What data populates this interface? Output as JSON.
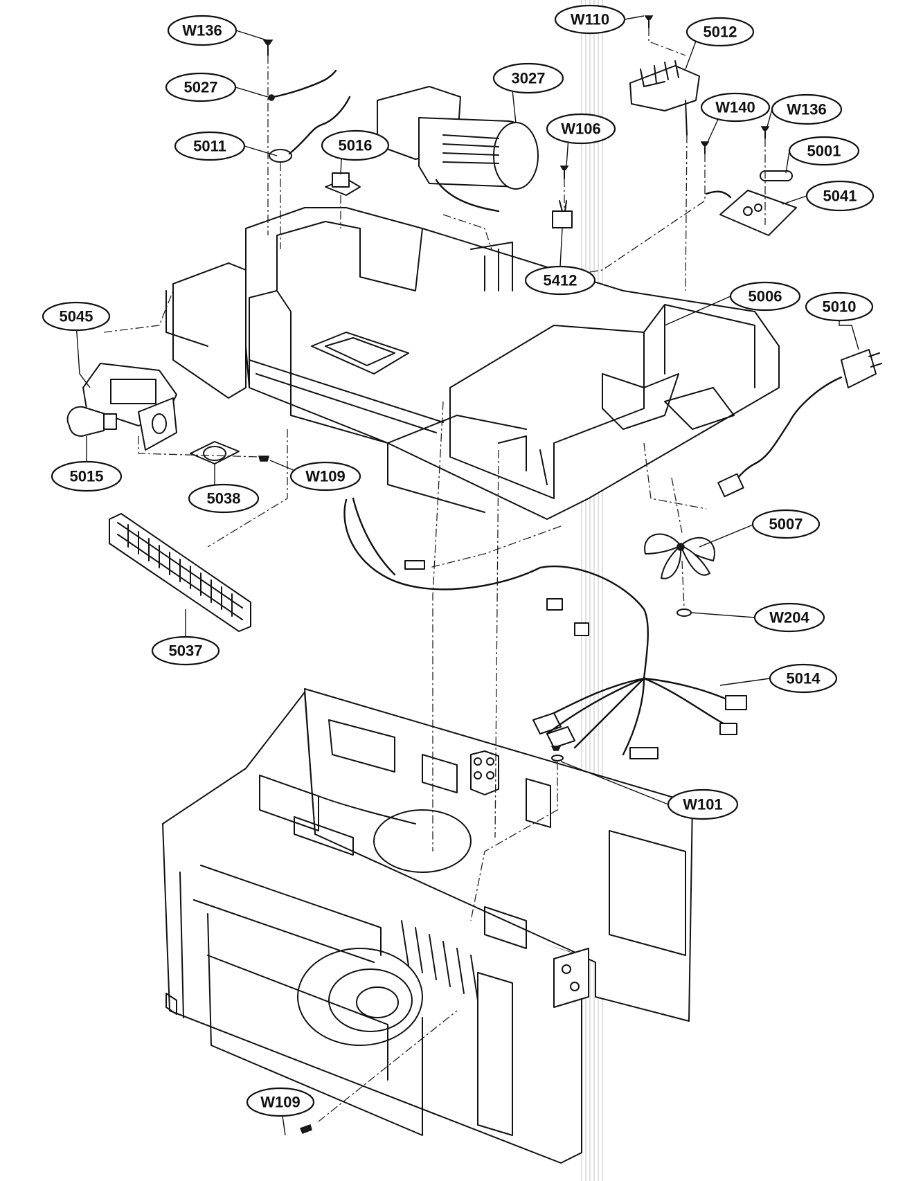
{
  "callouts": [
    {
      "id": "w136-top",
      "label": "W136"
    },
    {
      "id": "5027",
      "label": "5027"
    },
    {
      "id": "5011",
      "label": "5011"
    },
    {
      "id": "5016",
      "label": "5016"
    },
    {
      "id": "3027",
      "label": "3027"
    },
    {
      "id": "w110",
      "label": "W110"
    },
    {
      "id": "5012",
      "label": "5012"
    },
    {
      "id": "w106",
      "label": "W106"
    },
    {
      "id": "w140",
      "label": "W140"
    },
    {
      "id": "w136-right",
      "label": "W136"
    },
    {
      "id": "5001",
      "label": "5001"
    },
    {
      "id": "5041",
      "label": "5041"
    },
    {
      "id": "5412",
      "label": "5412"
    },
    {
      "id": "5006",
      "label": "5006"
    },
    {
      "id": "5010",
      "label": "5010"
    },
    {
      "id": "5045",
      "label": "5045"
    },
    {
      "id": "5015",
      "label": "5015"
    },
    {
      "id": "5038",
      "label": "5038"
    },
    {
      "id": "w109-mid",
      "label": "W109"
    },
    {
      "id": "5007",
      "label": "5007"
    },
    {
      "id": "w204",
      "label": "W204"
    },
    {
      "id": "5037",
      "label": "5037"
    },
    {
      "id": "5014",
      "label": "5014"
    },
    {
      "id": "w101",
      "label": "W101"
    },
    {
      "id": "w109-bottom",
      "label": "W109"
    }
  ]
}
